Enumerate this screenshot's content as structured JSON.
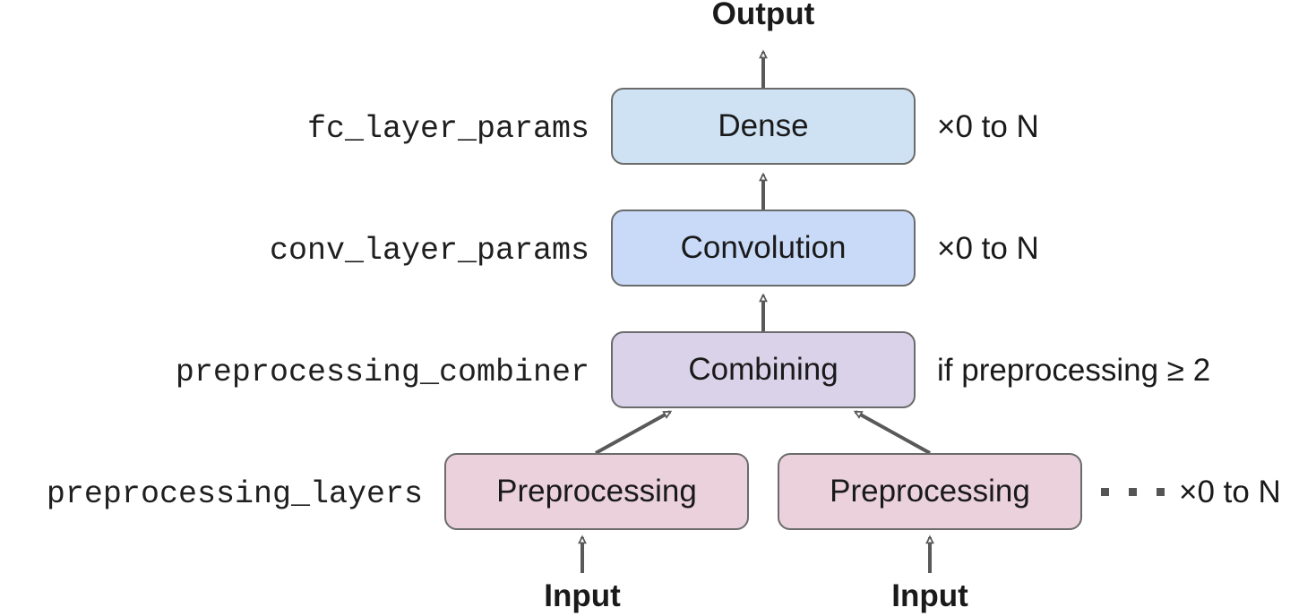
{
  "output_label": "Output",
  "input_labels": [
    "Input",
    "Input"
  ],
  "layers": {
    "dense": {
      "box": "Dense",
      "param": "fc_layer_params",
      "note": "×0 to N"
    },
    "convolution": {
      "box": "Convolution",
      "param": "conv_layer_params",
      "note": "×0 to N"
    },
    "combining": {
      "box": "Combining",
      "param": "preprocessing_combiner",
      "note": "if preprocessing ≥ 2"
    },
    "preprocessing": {
      "box_left": "Preprocessing",
      "box_right": "Preprocessing",
      "param": "preprocessing_layers",
      "note": "×0 to N"
    }
  },
  "colors": {
    "dense_fill": "#cfe2f3",
    "convolution_fill": "#c9daf8",
    "combining_fill": "#d9d2e9",
    "preprocessing_fill": "#ead1dc",
    "arrow": "#595959"
  }
}
